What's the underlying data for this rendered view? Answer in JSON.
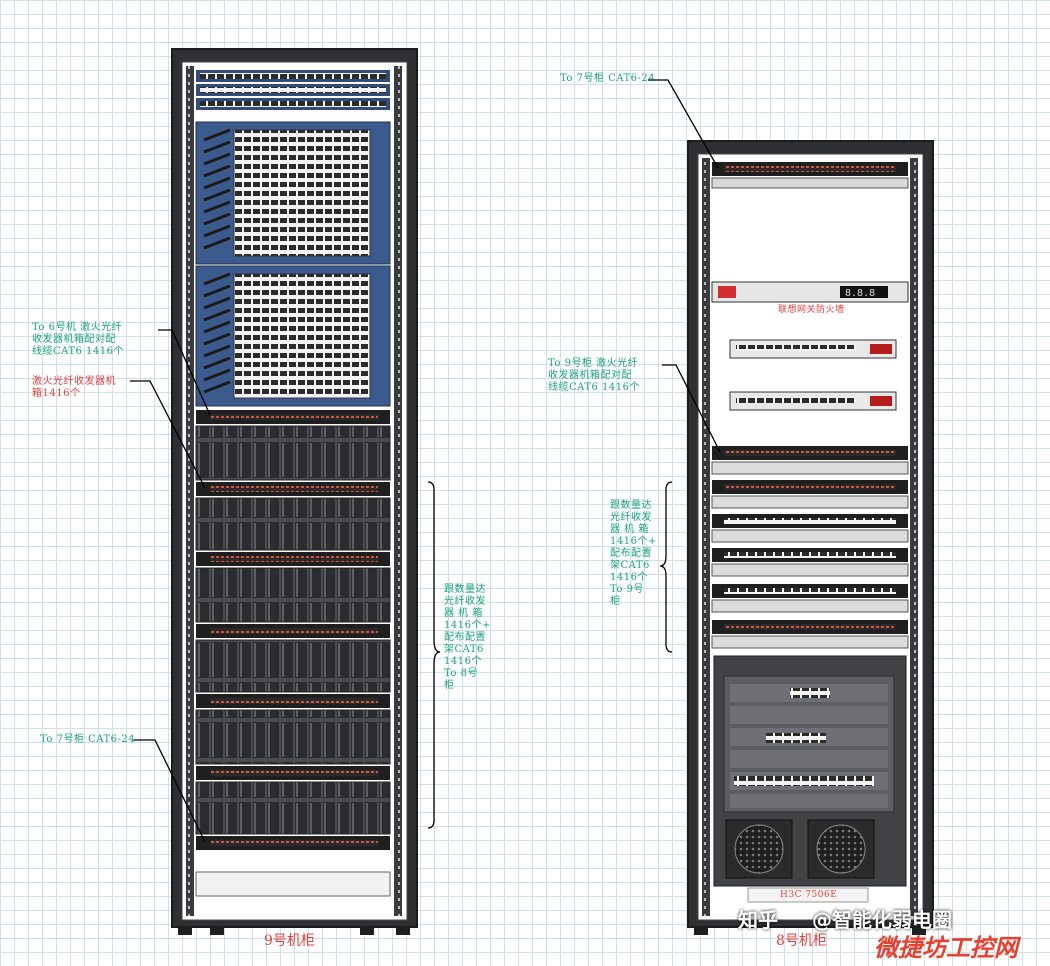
{
  "colors": {
    "annotation_green": "#1aa37a",
    "annotation_red": "#e0413d",
    "rack_frame": "#2f3033",
    "grid": "#cfe0ea"
  },
  "rack_9": {
    "label": "9号机柜",
    "annotations": {
      "fiber_to_6": "To 6号机 激火光纤\n收发器机箱配对配\n线缆CAT6 1416个",
      "fiber_tray": "激火光纤收发器机\n箱1416个",
      "to_7_cat6": "To 7号柜 CAT6-24",
      "bundle_to_8": "跟数量达\n光纤收发\n器 机 箱\n1416个+\n配布配置\n架CAT6\n1416个\nTo 8号\n柜"
    }
  },
  "rack_8": {
    "label": "8号机柜",
    "annotations": {
      "to_7_cat6": "To 7号柜 CAT6-24",
      "firewall": "联想网关防火墙",
      "fiber_to_9": "To 9号柜 激火光纤\n收发器机箱配对配\n线缆CAT6 1416个",
      "bundle_to_9": "跟数量达\n光纤收发\n器 机 箱\n1416个+\n配布配置\n架CAT6\n1416个\nTo 9号\n柜"
    },
    "switch_label": "H3C 7506E"
  },
  "watermarks": {
    "zhihu": "知乎",
    "account": "@智能化弱电圈",
    "site": "微捷坊工控网"
  }
}
